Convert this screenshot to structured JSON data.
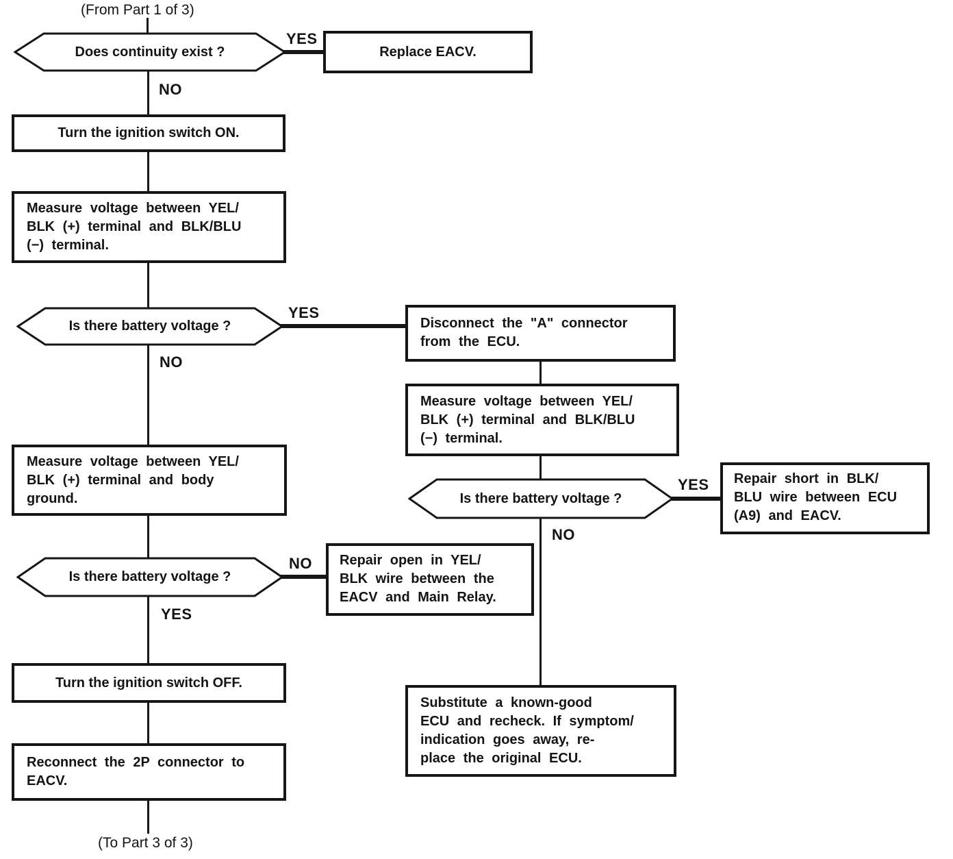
{
  "page": {
    "background": "#ffffff",
    "ink": "#161616"
  },
  "labels": {
    "yes": "YES",
    "no": "NO",
    "from_part": "(From Part 1 of 3)",
    "to_part": "(To Part 3 of 3)"
  },
  "nodes": {
    "q_continuity": {
      "type": "decision",
      "text": "Does continuity exist ?"
    },
    "replace_eacv": {
      "type": "action",
      "text": "Replace EACV."
    },
    "ignition_on": {
      "type": "action",
      "text": "Turn the ignition switch ON."
    },
    "measure_eacv_terminals": {
      "type": "action",
      "lines": [
        "Measure voltage between YEL/",
        "BLK (+) terminal and BLK/BLU",
        "(−) terminal."
      ]
    },
    "q_battery_voltage_1": {
      "type": "decision",
      "text": "Is there battery voltage ?"
    },
    "disconnect_a_connector": {
      "type": "action",
      "lines": [
        "Disconnect the \"A\" connector",
        "from the ECU."
      ]
    },
    "measure_ecu_terminals": {
      "type": "action",
      "lines": [
        "Measure voltage between YEL/",
        "BLK (+) terminal and BLK/BLU",
        "(−) terminal."
      ]
    },
    "q_battery_voltage_2": {
      "type": "decision",
      "text": "Is there battery voltage ?"
    },
    "repair_short": {
      "type": "action",
      "lines": [
        "Repair short in BLK/",
        "BLU wire between ECU",
        "(A9) and EACV."
      ]
    },
    "measure_body_ground": {
      "type": "action",
      "lines": [
        "Measure voltage between YEL/",
        "BLK (+) terminal and body",
        "ground."
      ]
    },
    "q_battery_voltage_3": {
      "type": "decision",
      "text": "Is there battery voltage ?"
    },
    "repair_open": {
      "type": "action",
      "lines": [
        "Repair open in YEL/",
        "BLK wire between the",
        "EACV and Main Relay."
      ]
    },
    "ignition_off": {
      "type": "action",
      "text": "Turn the ignition switch OFF."
    },
    "substitute_ecu": {
      "type": "action",
      "lines": [
        "Substitute a known-good",
        "ECU and recheck. If symptom/",
        "indication goes away, re-",
        "place the original ECU."
      ]
    },
    "reconnect_2p": {
      "type": "action",
      "lines": [
        "Reconnect the 2P connector to",
        "EACV."
      ]
    }
  }
}
